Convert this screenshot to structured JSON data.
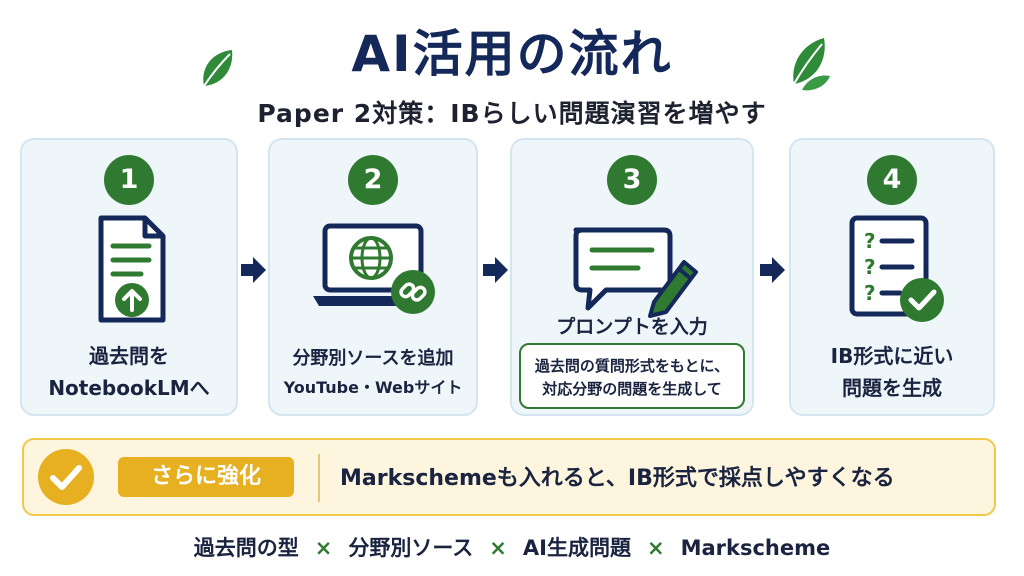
{
  "title": "AI活用の流れ",
  "subtitle": "Paper 2対策：IBらしい問題演習を増やす",
  "steps": [
    {
      "number": "1",
      "icon": "document-upload-icon",
      "line1": "過去問を",
      "line2": "NotebookLMへ"
    },
    {
      "number": "2",
      "icon": "laptop-globe-link-icon",
      "line1": "分野別ソースを追加",
      "line2": "YouTube・Webサイト"
    },
    {
      "number": "3",
      "icon": "chat-pencil-icon",
      "line1": "プロンプトを入力",
      "prompt_line1": "過去問の質問形式をもとに、",
      "prompt_line2": "対応分野の問題を生成して"
    },
    {
      "number": "4",
      "icon": "question-checklist-icon",
      "line1": "IB形式に近い",
      "line2": "問題を生成"
    }
  ],
  "enhance": {
    "tag": "さらに強化",
    "text": "Markschemeも入れると、IB形式で採点しやすくなる"
  },
  "footer": {
    "items": [
      "過去問の型",
      "分野別ソース",
      "AI生成問題",
      "Markscheme"
    ],
    "separator": "×"
  },
  "colors": {
    "navy": "#15285a",
    "green": "#2f7a30",
    "card_bg": "#eef6fa",
    "gold": "#e6b020",
    "strip_bg": "#fdf5dd"
  }
}
